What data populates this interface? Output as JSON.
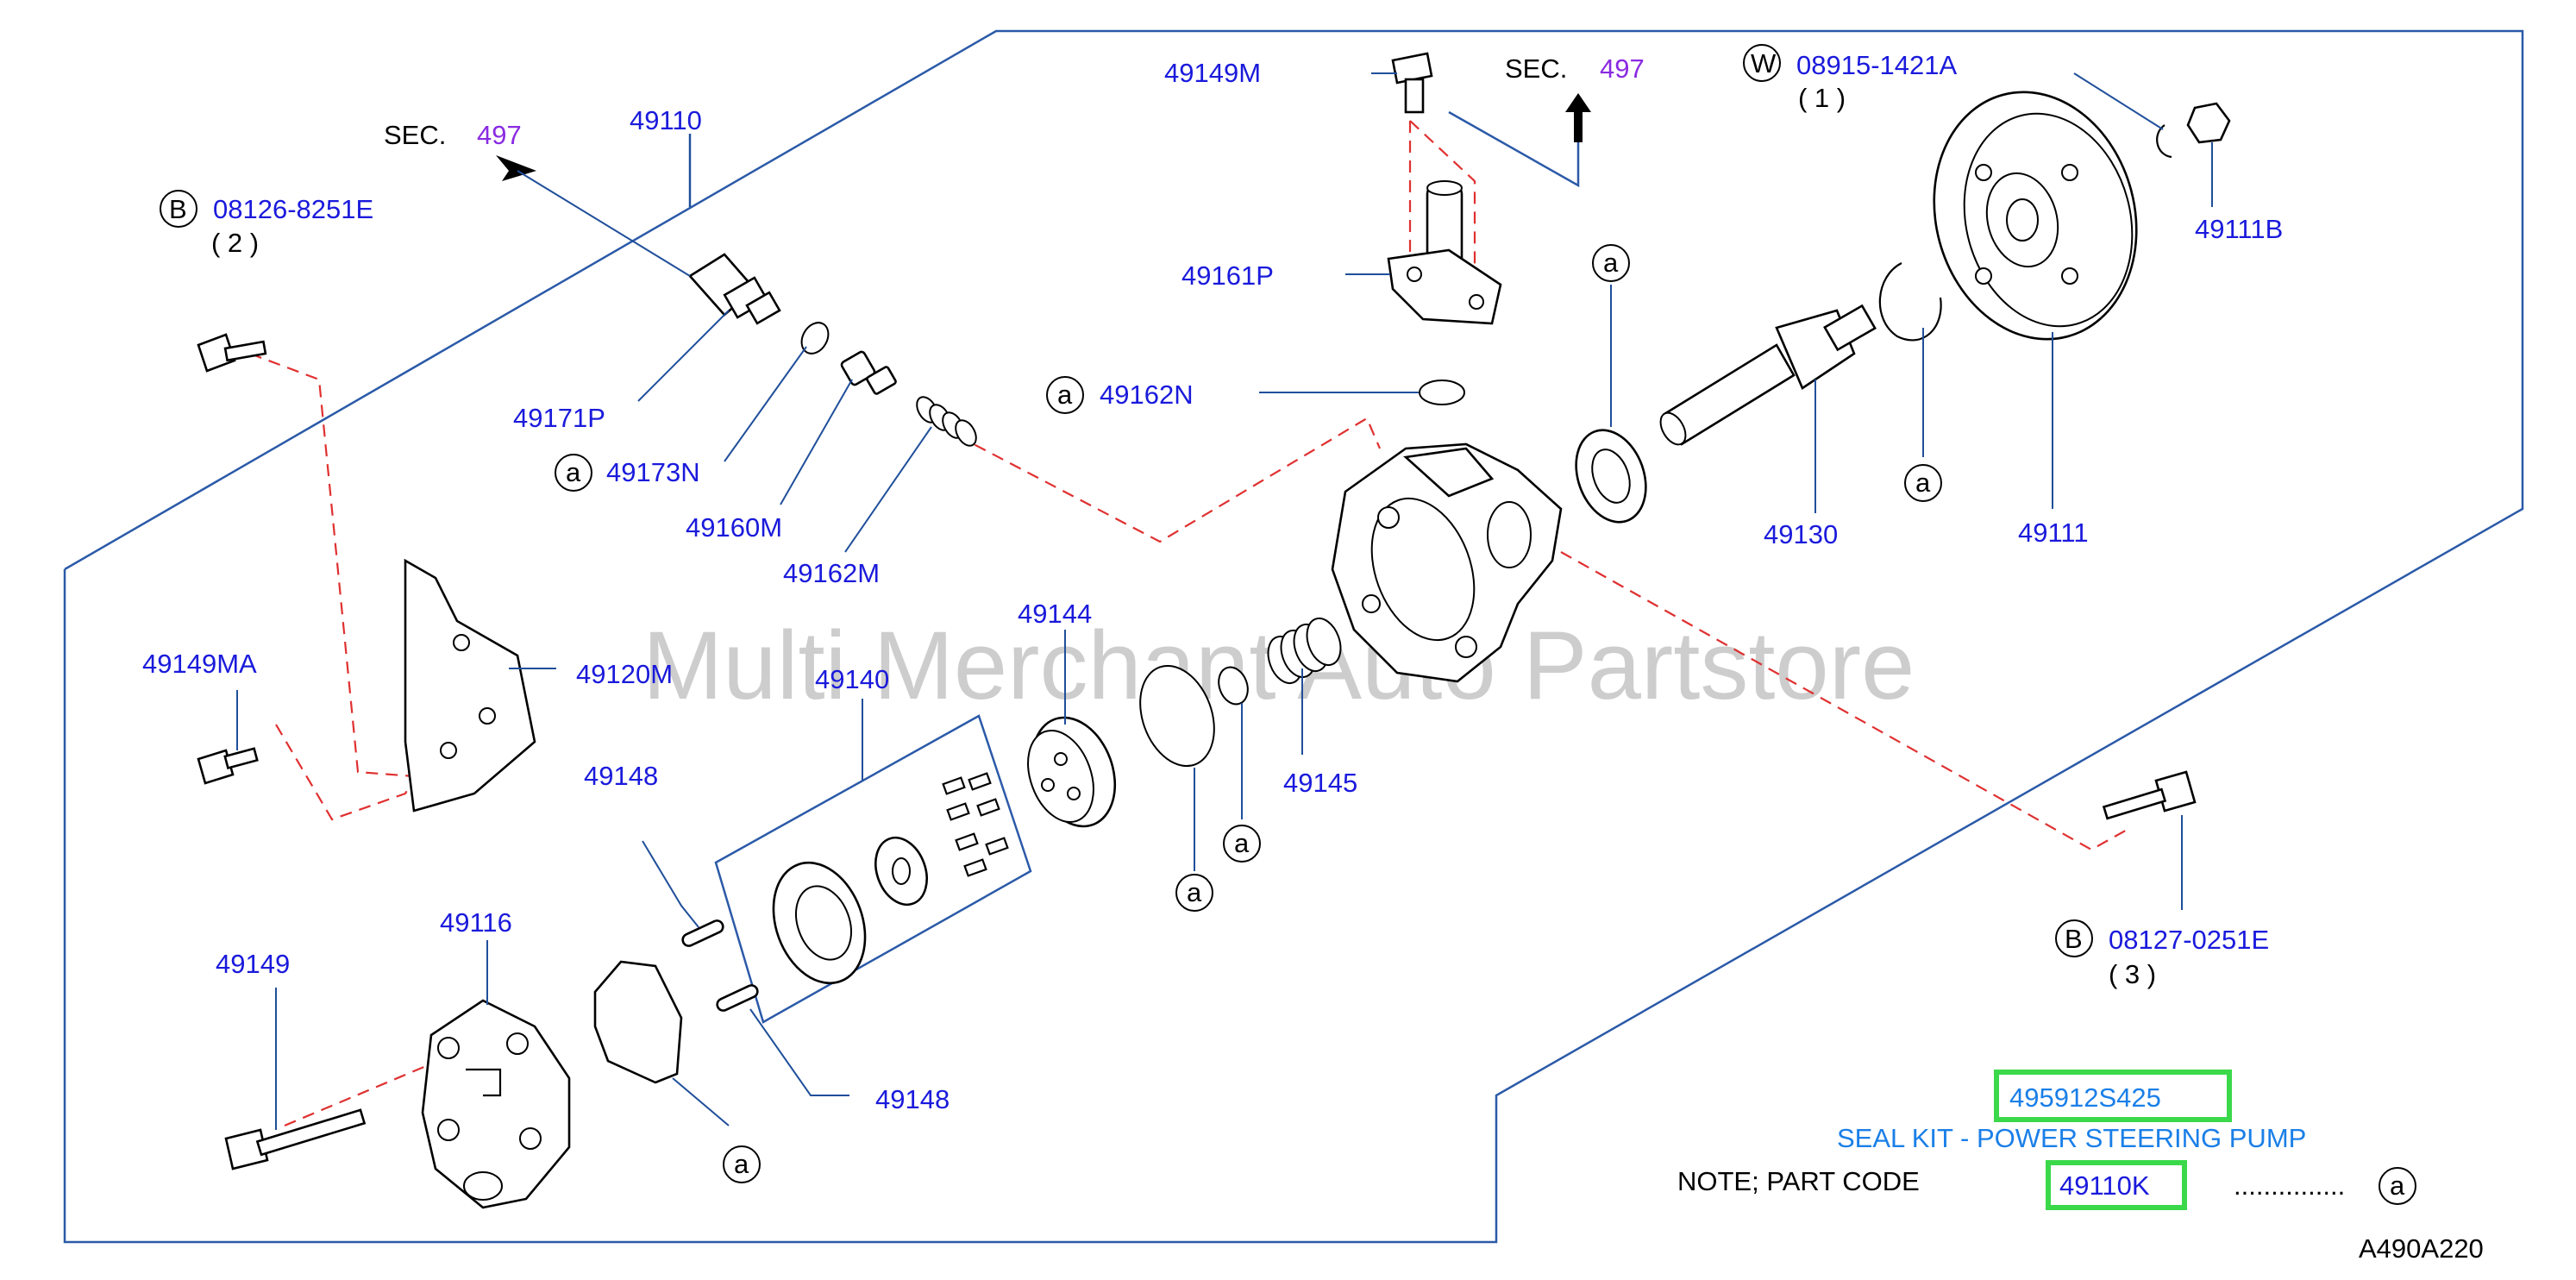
{
  "watermark": "Multi Merchant Auto Partstore",
  "sec_labels": [
    {
      "prefix": "SEC.",
      "number": "497"
    },
    {
      "prefix": "SEC.",
      "number": "497"
    }
  ],
  "callouts": {
    "c49110": "49110",
    "c49171P": "49171P",
    "c49173N": "49173N",
    "c49160M": "49160M",
    "c49162M": "49162M",
    "c49149M": "49149M",
    "c49161P": "49161P",
    "c49162N": "49162N",
    "c49130": "49130",
    "c49111": "49111",
    "c49111B": "49111B",
    "c49149MA": "49149MA",
    "c49120M": "49120M",
    "c49140": "49140",
    "c49144": "49144",
    "c49145": "49145",
    "c49148a": "49148",
    "c49148b": "49148",
    "c49116": "49116",
    "c49149": "49149"
  },
  "fasteners": {
    "b1": {
      "badge": "B",
      "code": "08126-8251E",
      "qty": "( 2 )"
    },
    "w1": {
      "badge": "W",
      "code": "08915-1421A",
      "qty": "( 1 )"
    },
    "b2": {
      "badge": "B",
      "code": "08127-0251E",
      "qty": "( 3 )"
    }
  },
  "seal_mark": "a",
  "seal_kit": {
    "part_number": "495912S425",
    "title": "SEAL KIT - POWER STEERING PUMP"
  },
  "note": {
    "prefix": "NOTE;  PART  CODE",
    "code": "49110K",
    "dots": "...............",
    "mark": "a"
  },
  "figure_id": "A490A220",
  "colors": {
    "label": "#1a1adc",
    "sec_number": "#8a2be2",
    "seal_kit": "#1a7fe8",
    "highlight": "#3bd84a",
    "dashed": "#e03030"
  }
}
